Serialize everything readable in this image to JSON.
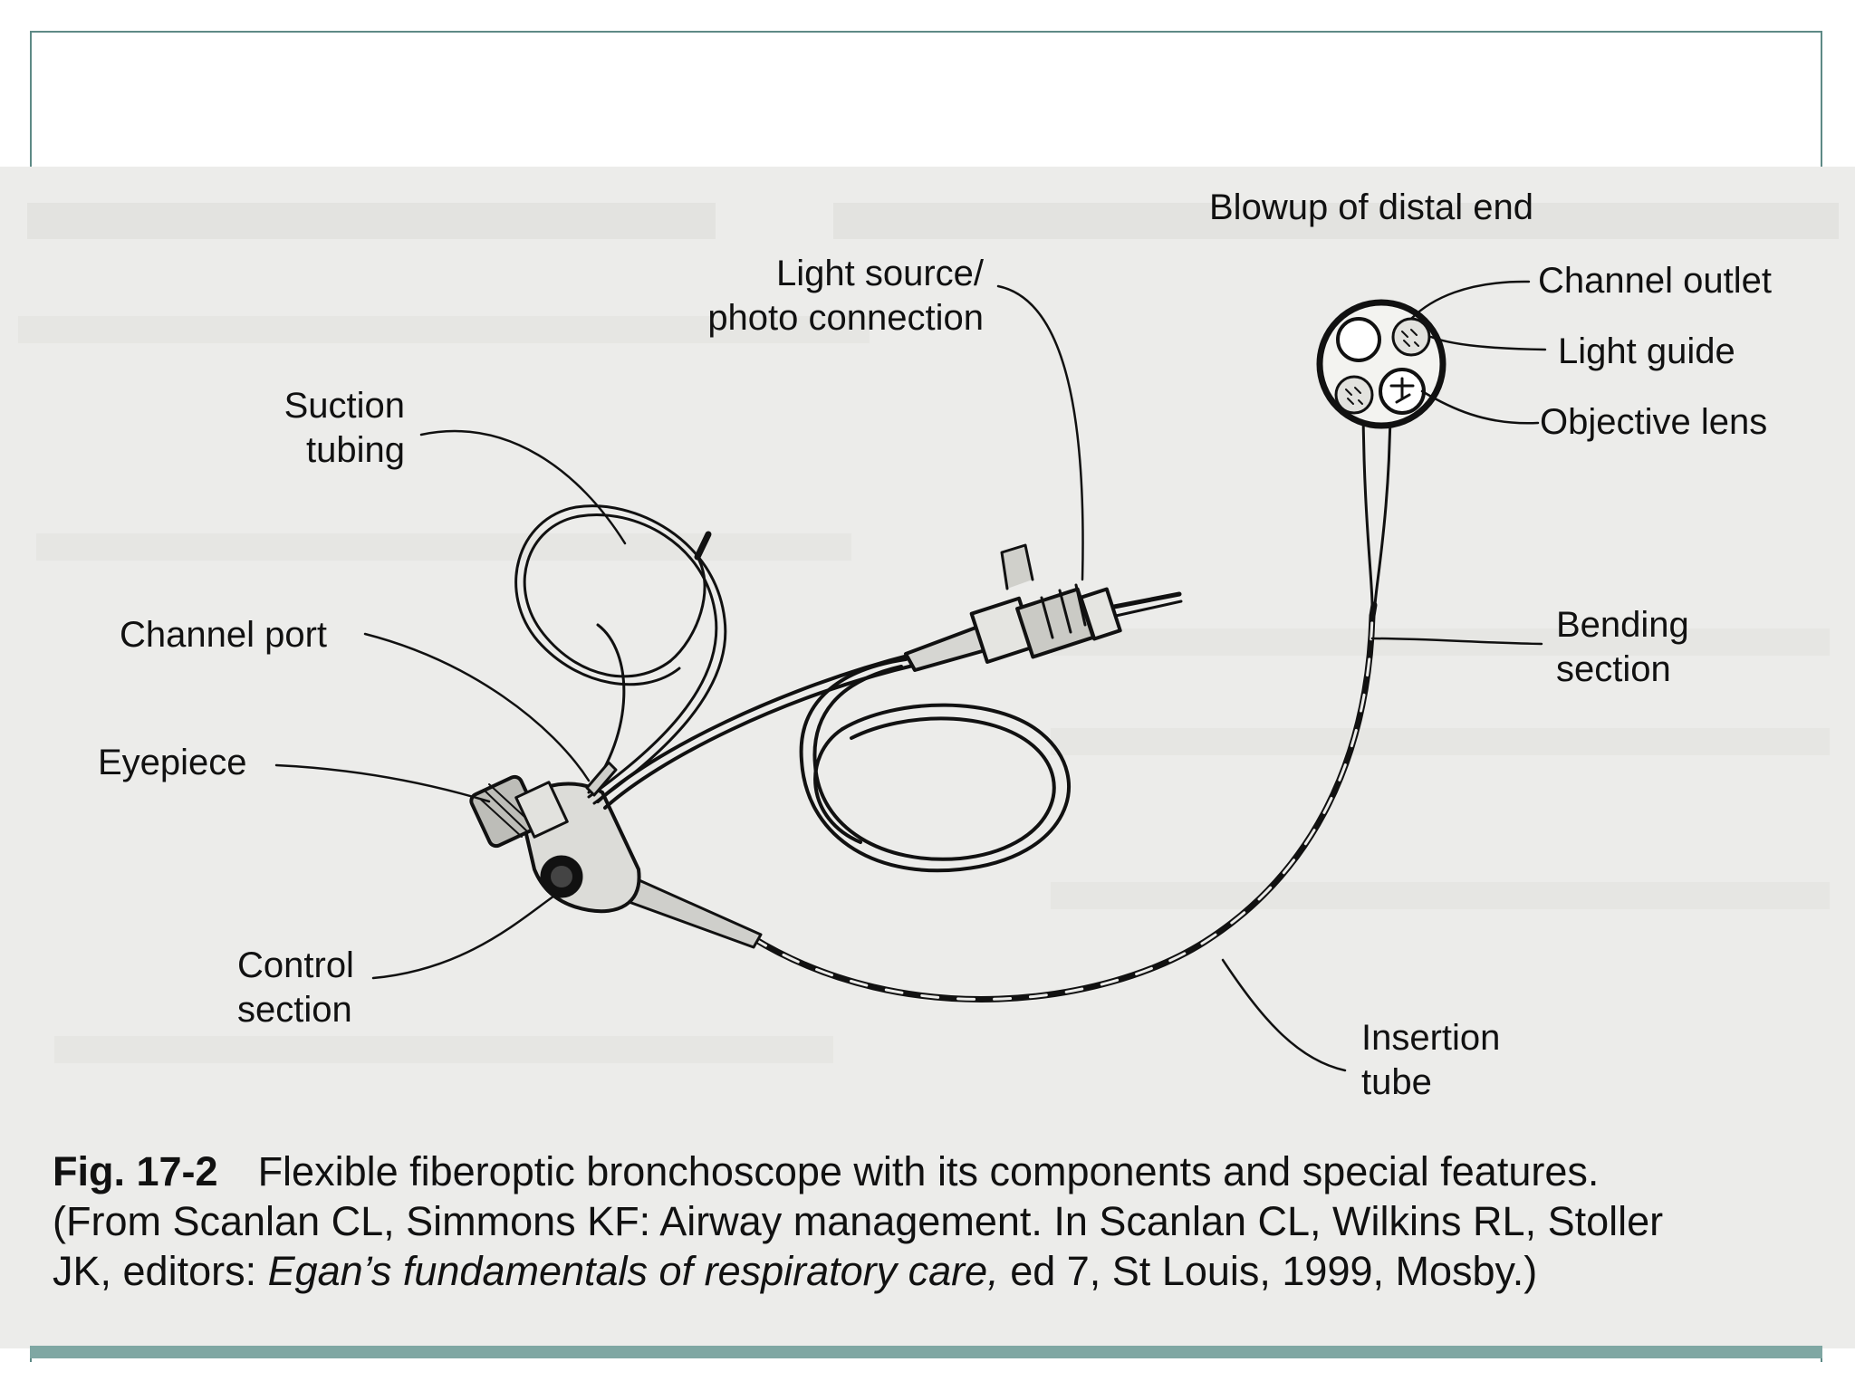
{
  "labels": {
    "light_source_1": "Light source/",
    "light_source_2": "photo connection",
    "suction_1": "Suction",
    "suction_2": "tubing",
    "channel_port": "Channel port",
    "eyepiece": "Eyepiece",
    "control_1": "Control",
    "control_2": "section",
    "blowup": "Blowup of distal end",
    "channel_outlet": "Channel outlet",
    "light_guide": "Light guide",
    "objective_lens": "Objective lens",
    "bending_1": "Bending",
    "bending_2": "section",
    "insertion_1": "Insertion",
    "insertion_2": "tube"
  },
  "caption": {
    "figure_number": "Fig. 17-2",
    "line1": "Flexible fiberoptic bronchoscope with its components and special features.",
    "line2": "(From Scanlan CL, Simmons KF: Airway management. In Scanlan CL, Wilkins RL, Stoller",
    "line3_prefix": "JK, editors: ",
    "line3_italic": "Egan’s fundamentals of respiratory care,",
    "line3_suffix": " ed 7, St Louis, 1999, Mosby.)"
  },
  "colors": {
    "frame": "#5e8a86",
    "footer_bar": "#7fa7a3",
    "photo_background": "#ececea",
    "ink": "#111111"
  }
}
